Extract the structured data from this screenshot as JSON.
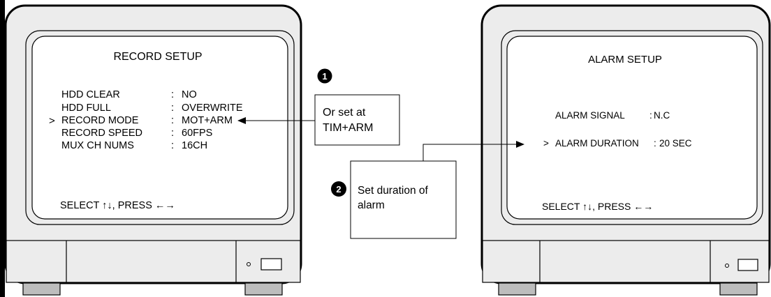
{
  "monitor_left": {
    "title": "RECORD SETUP",
    "rows": [
      {
        "cursor": "",
        "label": "HDD CLEAR",
        "sep": ":",
        "value": "NO"
      },
      {
        "cursor": "",
        "label": "HDD FULL",
        "sep": ":",
        "value": "OVERWRITE"
      },
      {
        "cursor": ">",
        "label": "RECORD MODE",
        "sep": ":",
        "value": "MOT+ARM"
      },
      {
        "cursor": "",
        "label": "RECORD SPEED",
        "sep": ":",
        "value": "60FPS"
      },
      {
        "cursor": "",
        "label": "MUX CH NUMS",
        "sep": ":",
        "value": "16CH"
      }
    ],
    "footer": "SELECT ↑↓, PRESS ←→"
  },
  "monitor_right": {
    "title": "ALARM SETUP",
    "rows": [
      {
        "cursor": "",
        "label": "ALARM SIGNAL",
        "sep": ":",
        "value": "N.C"
      },
      {
        "cursor": ">",
        "label": "ALARM DURATION",
        "sep": ":",
        "value": "20 SEC"
      }
    ],
    "footer": "SELECT ↑↓, PRESS ←→"
  },
  "callouts": [
    {
      "number": "1",
      "lines": [
        "Or set at",
        "TIM+ARM"
      ]
    },
    {
      "number": "2",
      "lines": [
        "Set duration of",
        "alarm"
      ]
    }
  ]
}
